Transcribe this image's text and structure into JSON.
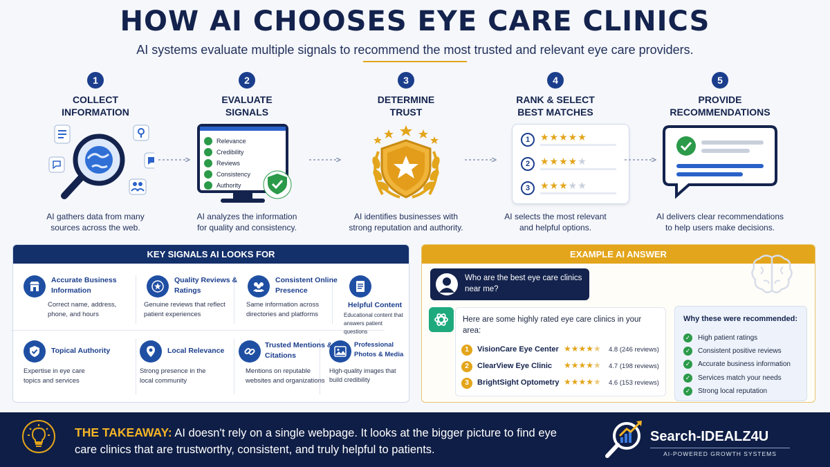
{
  "header": {
    "title": "HOW AI CHOOSES EYE CARE CLINICS",
    "subtitle": "AI systems evaluate multiple signals to recommend the most trusted and relevant eye care providers."
  },
  "steps": [
    {
      "number": "1",
      "title": "COLLECT\nINFORMATION",
      "description": "AI gathers data from many\nsources across the web."
    },
    {
      "number": "2",
      "title": "EVALUATE\nSIGNALS",
      "description": "AI analyzes the information\nfor quality and consistency.",
      "checklist": [
        "Relevance",
        "Credibility",
        "Reviews",
        "Consistency",
        "Authority"
      ]
    },
    {
      "number": "3",
      "title": "DETERMINE\nTRUST",
      "description": "AI identifies businesses with\nstrong reputation and authority."
    },
    {
      "number": "4",
      "title": "RANK & SELECT\nBEST MATCHES",
      "description": "AI selects the most relevant\nand helpful options.",
      "ranks": [
        {
          "n": "1",
          "stars": 5
        },
        {
          "n": "2",
          "stars": 4
        },
        {
          "n": "3",
          "stars": 3
        }
      ]
    },
    {
      "number": "5",
      "title": "PROVIDE\nRECOMMENDATIONS",
      "description": "AI delivers clear recommendations\nto help users make decisions."
    }
  ],
  "signals_panel": {
    "heading": "KEY SIGNALS AI LOOKS FOR",
    "signals": [
      {
        "title": "Accurate Business Information",
        "description": "Correct name, address, phone, and hours",
        "icon": "store-icon"
      },
      {
        "title": "Quality Reviews & Ratings",
        "description": "Genuine reviews that reflect patient experiences",
        "icon": "star-badge-icon"
      },
      {
        "title": "Consistent Online Presence",
        "description": "Same information across directories and platforms",
        "icon": "people-icon"
      },
      {
        "title": "Helpful Content",
        "description": "Educational content that answers patient questions",
        "icon": "document-icon"
      },
      {
        "title": "Topical Authority",
        "description": "Expertise in eye care topics and services",
        "icon": "shield-check-icon"
      },
      {
        "title": "Local Relevance",
        "description": "Strong presence in the local community",
        "icon": "location-pin-icon"
      },
      {
        "title": "Trusted Mentions & Citations",
        "description": "Mentions on reputable websites and organizations",
        "icon": "link-icon"
      },
      {
        "title": "Professional Photos & Media",
        "description": "High-quality images that build credibility",
        "icon": "image-icon"
      }
    ]
  },
  "example_panel": {
    "heading": "EXAMPLE AI ANSWER",
    "question": "Who are the best eye care clinics near me?",
    "answer_intro": "Here are some highly rated eye care clinics in your area:",
    "clinics": [
      {
        "rank": "1",
        "name": "VisionCare Eye Center",
        "rating": "4.8 (246 reviews)",
        "stars": 4.5
      },
      {
        "rank": "2",
        "name": "ClearView Eye Clinic",
        "rating": "4.7 (198 reviews)",
        "stars": 4.5
      },
      {
        "rank": "3",
        "name": "BrightSight Optometry",
        "rating": "4.6 (153 reviews)",
        "stars": 4.5
      }
    ],
    "why_title": "Why these were recommended:",
    "why_items": [
      "High patient ratings",
      "Consistent positive reviews",
      "Accurate business information",
      "Services match your needs",
      "Strong local reputation"
    ]
  },
  "footer": {
    "takeaway_label": "THE TAKEAWAY:",
    "takeaway_text": " AI doesn't rely on a single webpage. It looks at the bigger picture to find eye care clinics that are trustworthy, consistent, and truly helpful to patients.",
    "brand_name": "Search-IDEALZ4U",
    "brand_tagline": "AI-POWERED GROWTH SYSTEMS"
  },
  "colors": {
    "navy": "#14234d",
    "blue": "#1b3e8c",
    "gold": "#e3a51b",
    "green": "#2b9a49"
  }
}
